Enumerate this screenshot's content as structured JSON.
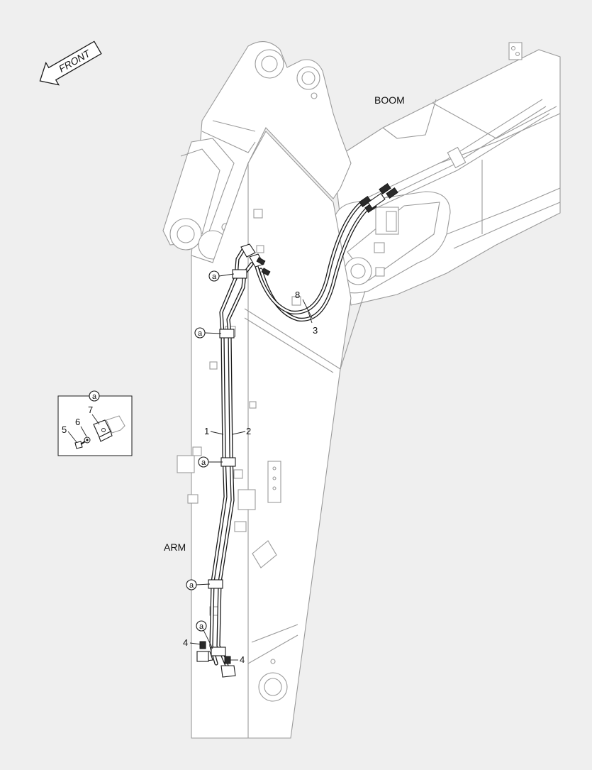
{
  "diagram": {
    "front_label": "FRONT",
    "boom_label": "BOOM",
    "arm_label": "ARM",
    "clamp_callout": "a",
    "part_numbers": {
      "p1": "1",
      "p2": "2",
      "p3": "3",
      "p4a": "4",
      "p4b": "4",
      "p5": "5",
      "p6": "6",
      "p7": "7",
      "p8": "8"
    },
    "detail": {
      "callout": "a"
    }
  }
}
